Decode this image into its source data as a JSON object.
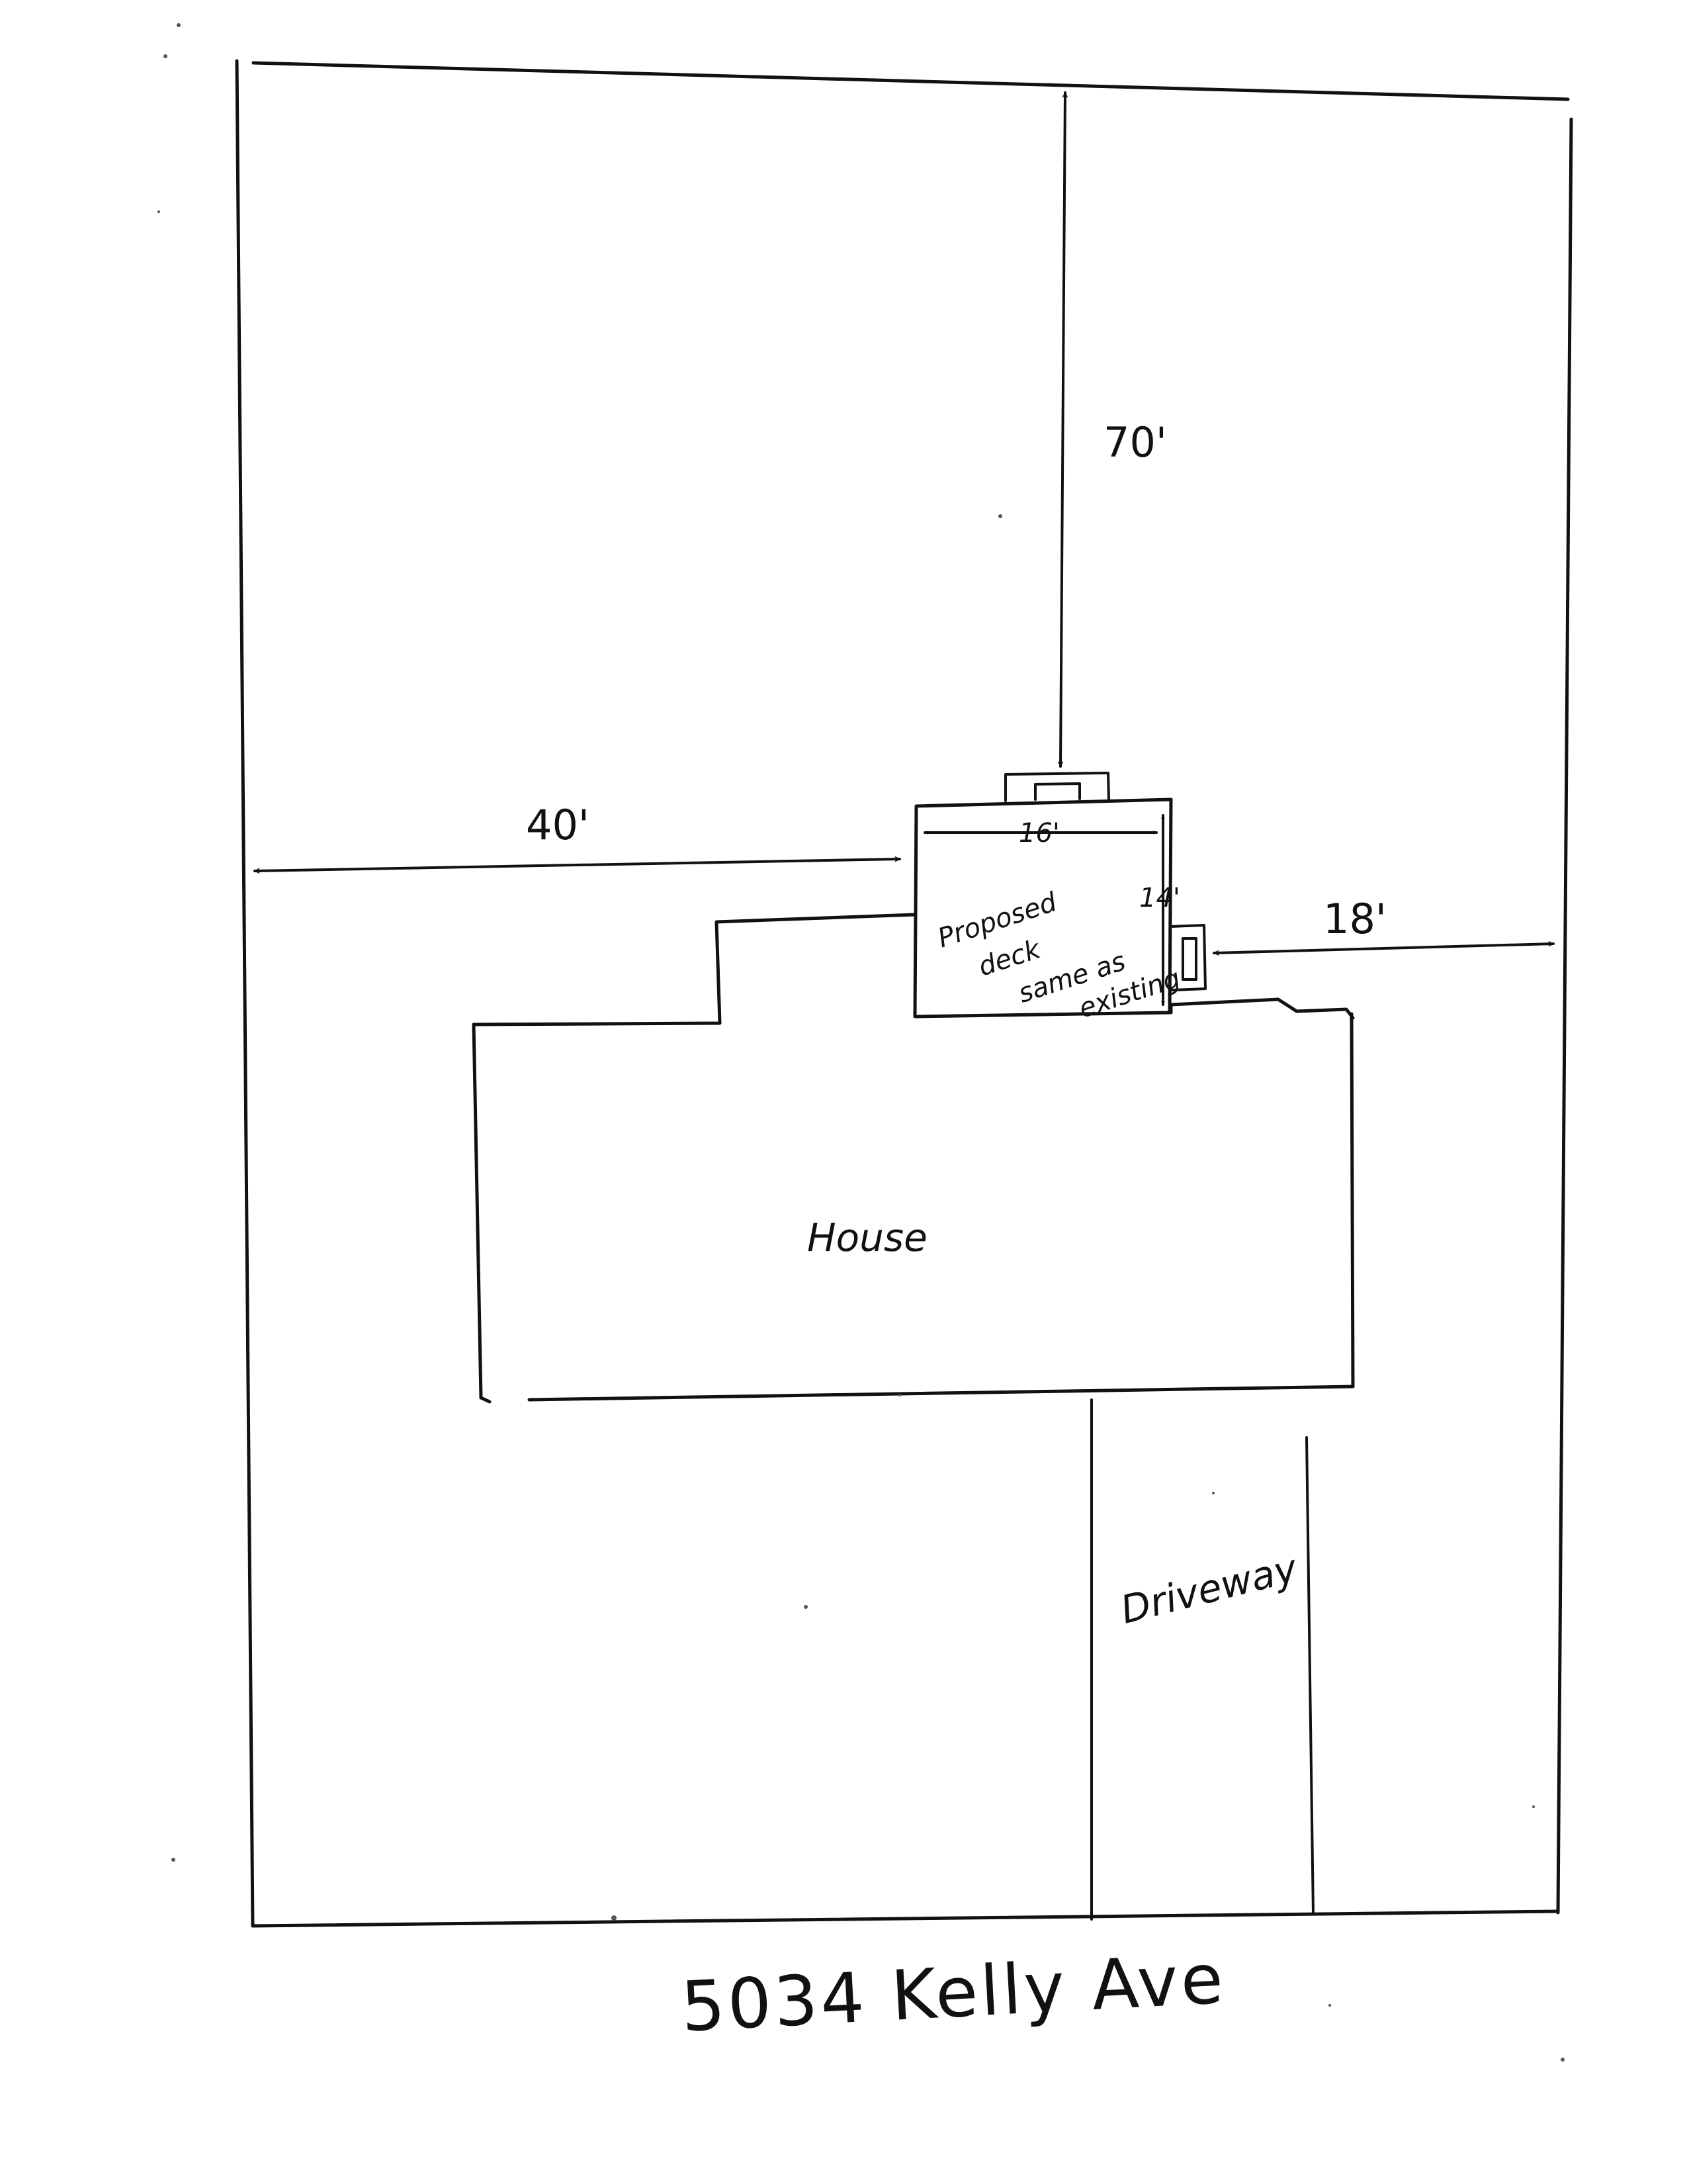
{
  "labels": {
    "rear_setback": "70'",
    "left_setback": "40'",
    "right_setback": "18'",
    "deck_width": "16'",
    "deck_depth": "14'",
    "deck_note_line1": "Proposed",
    "deck_note_line2": "deck",
    "deck_note_line3": "same as",
    "deck_note_line4": "existing",
    "house": "House",
    "driveway": "Driveway",
    "address": "5034 Kelly Ave"
  }
}
